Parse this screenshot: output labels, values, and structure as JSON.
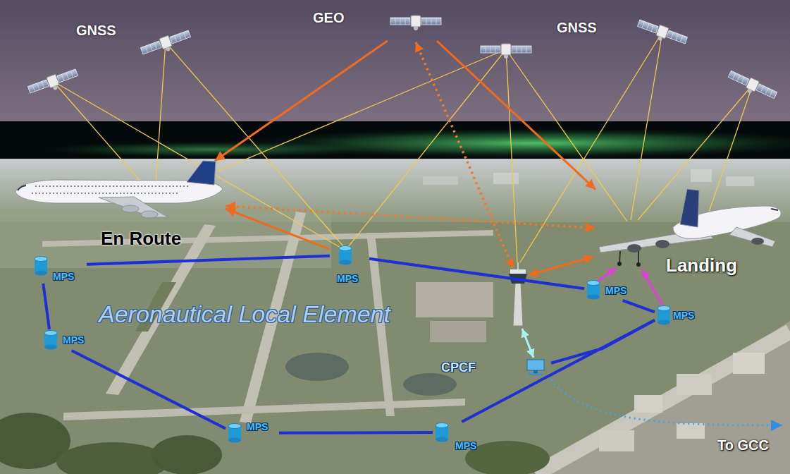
{
  "diagram": {
    "nodes": [
      {
        "text": [
          "GEO"
        ]
      },
      {
        "text": [
          "En Route"
        ]
      },
      {
        "text": [
          "Landing"
        ]
      },
      {
        "text": [
          "MPS"
        ]
      },
      {
        "text": [
          "MPS"
        ]
      },
      {
        "text": [
          "MPS"
        ]
      },
      {
        "text": [
          "MPS"
        ]
      },
      {
        "text": [
          "MPS"
        ]
      },
      {
        "text": [
          "CPCF"
        ]
      },
      {
        "text": [
          "MPS"
        ]
      },
      {
        "text": [
          "MPS"
        ]
      }
    ],
    "edges": [
      {
        "from": 0,
        "to": 1,
        "arrow": "to"
      },
      {
        "from": 0,
        "to": 2,
        "arrow": "to"
      },
      {
        "from": 1,
        "to": 2,
        "arrow": "both"
      },
      {
        "from": 3,
        "to": 1,
        "arrow": "to"
      },
      {
        "from": 4,
        "to": 3,
        "arrow": "none"
      },
      {
        "from": 3,
        "to": 5,
        "arrow": "none"
      },
      {
        "from": 5,
        "to": 6,
        "arrow": "none"
      },
      {
        "from": 6,
        "to": 10,
        "arrow": "none"
      },
      {
        "from": 10,
        "to": 9,
        "arrow": "none"
      },
      {
        "from": 9,
        "to": 7,
        "arrow": "none"
      },
      {
        "from": 7,
        "to": 4,
        "arrow": "none"
      },
      {
        "from": 8,
        "to": 6,
        "arrow": "none"
      }
    ],
    "labels": [
      "GNSS",
      "GNSS",
      "Aeronautical Local Element",
      "To GCC"
    ]
  }
}
